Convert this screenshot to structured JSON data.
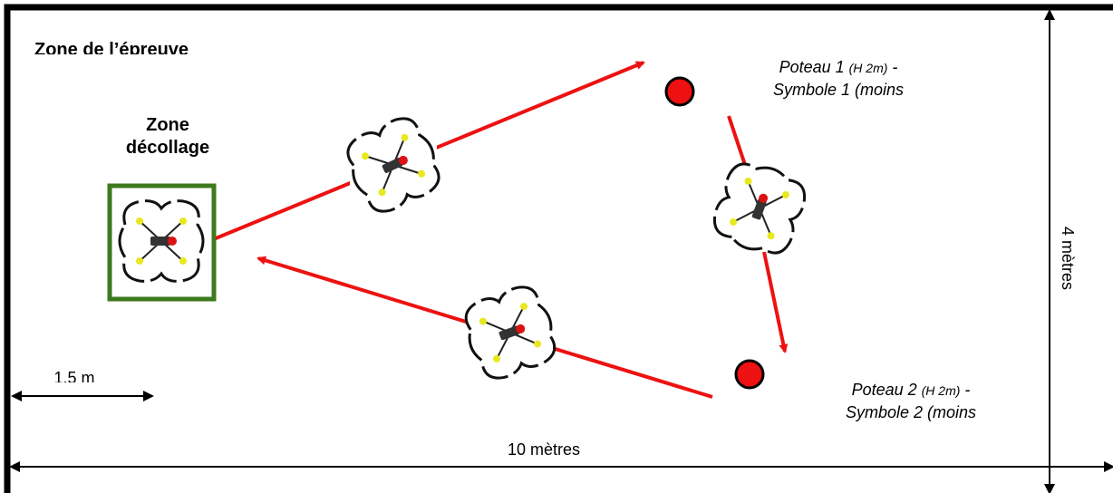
{
  "zone": {
    "title": "Zone de l’épreuve",
    "takeoff_line1": "Zone",
    "takeoff_line2": "décollage"
  },
  "poles": [
    {
      "name": "Poteau 1",
      "height": "(H 2m)",
      "suffix": " -",
      "symbol": "Symbole 1 (moins"
    },
    {
      "name": "Poteau 2",
      "height": "(H 2m)",
      "suffix": " -",
      "symbol": "Symbole 2 (moins"
    }
  ],
  "dimensions": {
    "takeoff_offset": "1,5 m",
    "length": "10 mètres",
    "width": "4 mètres"
  },
  "colors": {
    "border": "#000000",
    "path": "#ee1111",
    "pole": "#ee1111",
    "takeoff_box": "#3c7a1e"
  },
  "icons": [
    "drone-icon",
    "pole-marker-icon",
    "arrow-icon"
  ]
}
